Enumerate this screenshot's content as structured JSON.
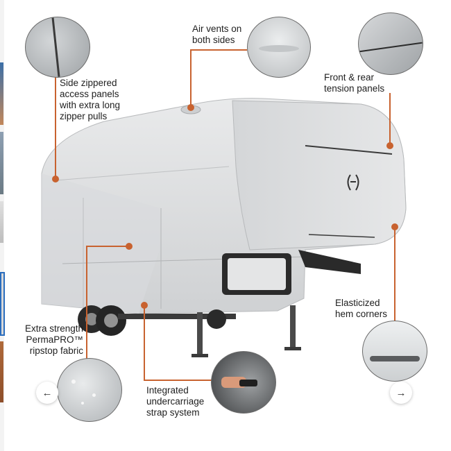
{
  "callouts": {
    "side_zipper": "Side zippered\naccess panels\nwith extra long\nzipper pulls",
    "air_vents": "Air vents on\nboth sides",
    "tension_panels": "Front & rear\ntension panels",
    "hem_corners": "Elasticized\nhem corners",
    "ripstop": "Extra strength\nPermaPRO™\nripstop fabric",
    "straps": "Integrated\nundercarriage\nstrap system"
  },
  "nav": {
    "prev_icon": "chevron-left-icon",
    "next_icon": "chevron-right-icon",
    "prev_glyph": "←",
    "next_glyph": "→"
  },
  "colors": {
    "accent": "#c8622f",
    "cover": "#dedfe0",
    "cover_dark": "#c4c6c8"
  }
}
